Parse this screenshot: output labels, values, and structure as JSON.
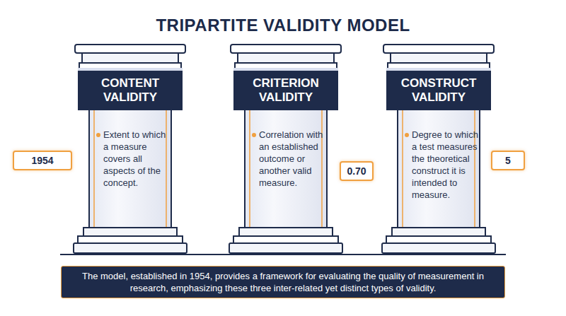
{
  "diagram": {
    "title": "TRIPARTITE VALIDITY MODEL",
    "caption": "The model, established in 1954, provides a framework for evaluating the quality of measurement in research, emphasizing these three inter-related yet distinct types of validity.",
    "nodes": [
      {
        "text": [
          "1954"
        ]
      },
      {
        "text": [
          "CONTENT VALIDITY",
          "Extent to which a measure covers all aspects of the concept."
        ]
      },
      {
        "text": [
          "CRITERION VALIDITY",
          "Correlation with an established outcome or another valid measure."
        ]
      },
      {
        "text": [
          "0.70"
        ]
      },
      {
        "text": [
          "CONSTRUCT VALIDITY",
          "Degree to which a test measures the theoretical construct it is intended to measure."
        ]
      },
      {
        "text": [
          "5"
        ]
      }
    ]
  }
}
